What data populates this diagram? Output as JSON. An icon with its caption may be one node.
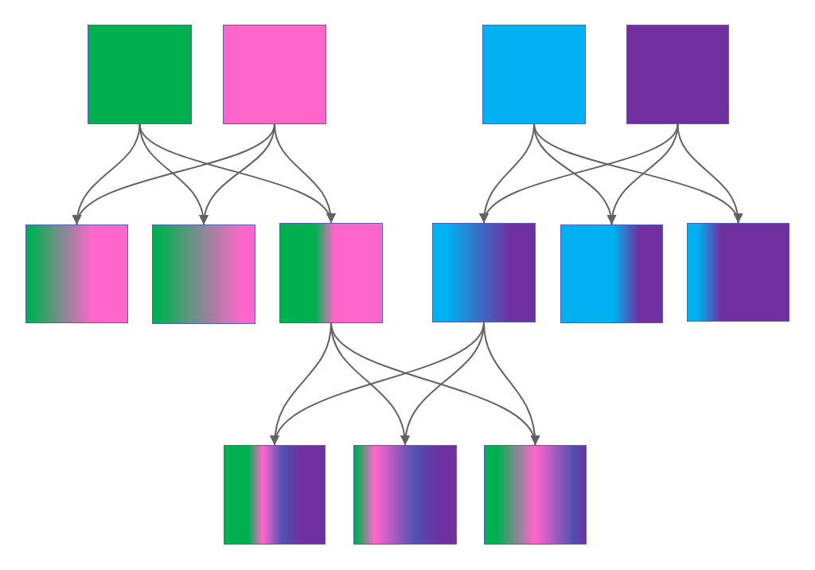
{
  "diagram": {
    "nodes": [
      {
        "text": [],
        "shape": "box"
      },
      {
        "text": [],
        "shape": "box"
      },
      {
        "text": [],
        "shape": "box"
      },
      {
        "text": [],
        "shape": "box"
      },
      {
        "text": [],
        "shape": "box"
      },
      {
        "text": [],
        "shape": "box"
      },
      {
        "text": [],
        "shape": "box"
      },
      {
        "text": [],
        "shape": "box"
      },
      {
        "text": [],
        "shape": "box"
      },
      {
        "text": [],
        "shape": "box"
      },
      {
        "text": [],
        "shape": "box"
      },
      {
        "text": [],
        "shape": "box"
      },
      {
        "text": [],
        "shape": "box"
      }
    ],
    "edges": [
      {
        "from": 0,
        "to": 4,
        "arrow": "to"
      },
      {
        "from": 0,
        "to": 5,
        "arrow": "to"
      },
      {
        "from": 0,
        "to": 6,
        "arrow": "to"
      },
      {
        "from": 1,
        "to": 4,
        "arrow": "to"
      },
      {
        "from": 1,
        "to": 5,
        "arrow": "to"
      },
      {
        "from": 1,
        "to": 6,
        "arrow": "to"
      },
      {
        "from": 2,
        "to": 7,
        "arrow": "to"
      },
      {
        "from": 2,
        "to": 8,
        "arrow": "to"
      },
      {
        "from": 2,
        "to": 9,
        "arrow": "to"
      },
      {
        "from": 3,
        "to": 7,
        "arrow": "to"
      },
      {
        "from": 3,
        "to": 8,
        "arrow": "to"
      },
      {
        "from": 3,
        "to": 9,
        "arrow": "to"
      },
      {
        "from": 6,
        "to": 10,
        "arrow": "to"
      },
      {
        "from": 6,
        "to": 11,
        "arrow": "to"
      },
      {
        "from": 6,
        "to": 12,
        "arrow": "to"
      },
      {
        "from": 7,
        "to": 10,
        "arrow": "to"
      },
      {
        "from": 7,
        "to": 11,
        "arrow": "to"
      },
      {
        "from": 7,
        "to": 12,
        "arrow": "to"
      }
    ]
  }
}
